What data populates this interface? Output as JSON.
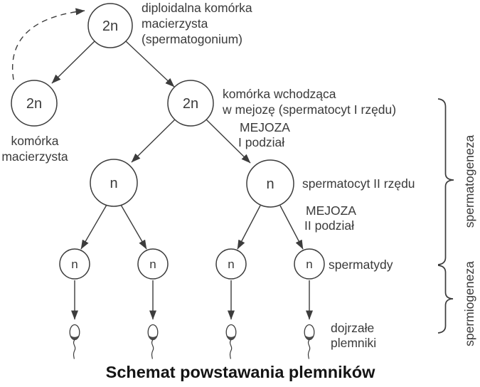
{
  "title": "Schemat powstawania plemników",
  "colors": {
    "stroke": "#3c3c3c",
    "text": "#3a3a3a",
    "title_text": "#141414",
    "background": "#ffffff"
  },
  "nodes": {
    "spermatogonium": "2n",
    "stem_cell": "2n",
    "spermatocyte_I": "2n",
    "spermatocyte_II_left": "n",
    "spermatocyte_II_right": "n",
    "spermatid_1": "n",
    "spermatid_2": "n",
    "spermatid_3": "n",
    "spermatid_4": "n"
  },
  "labels": {
    "spermatogonium_l1": "diploidalna komórka",
    "spermatogonium_l2": "macierzysta",
    "spermatogonium_l3": "(spermatogonium)",
    "stem_l1": "komórka",
    "stem_l2": "macierzysta",
    "spermatocyte_I_l1": "komórka wchodząca",
    "spermatocyte_I_l2": "w mejozę (spermatocyt I rzędu)",
    "meiosis_I_l1": "MEJOZA",
    "meiosis_I_l2": "I podział",
    "spermatocyte_II": "spermatocyt II rzędu",
    "meiosis_II_l1": "MEJOZA",
    "meiosis_II_l2": "II podział",
    "spermatids": "spermatydy",
    "mature_sperm_l1": "dojrzałe",
    "mature_sperm_l2": "plemniki",
    "phase_spermatogenesis": "spermatogeneza",
    "phase_spermiogenesis": "spermiogeneza"
  }
}
